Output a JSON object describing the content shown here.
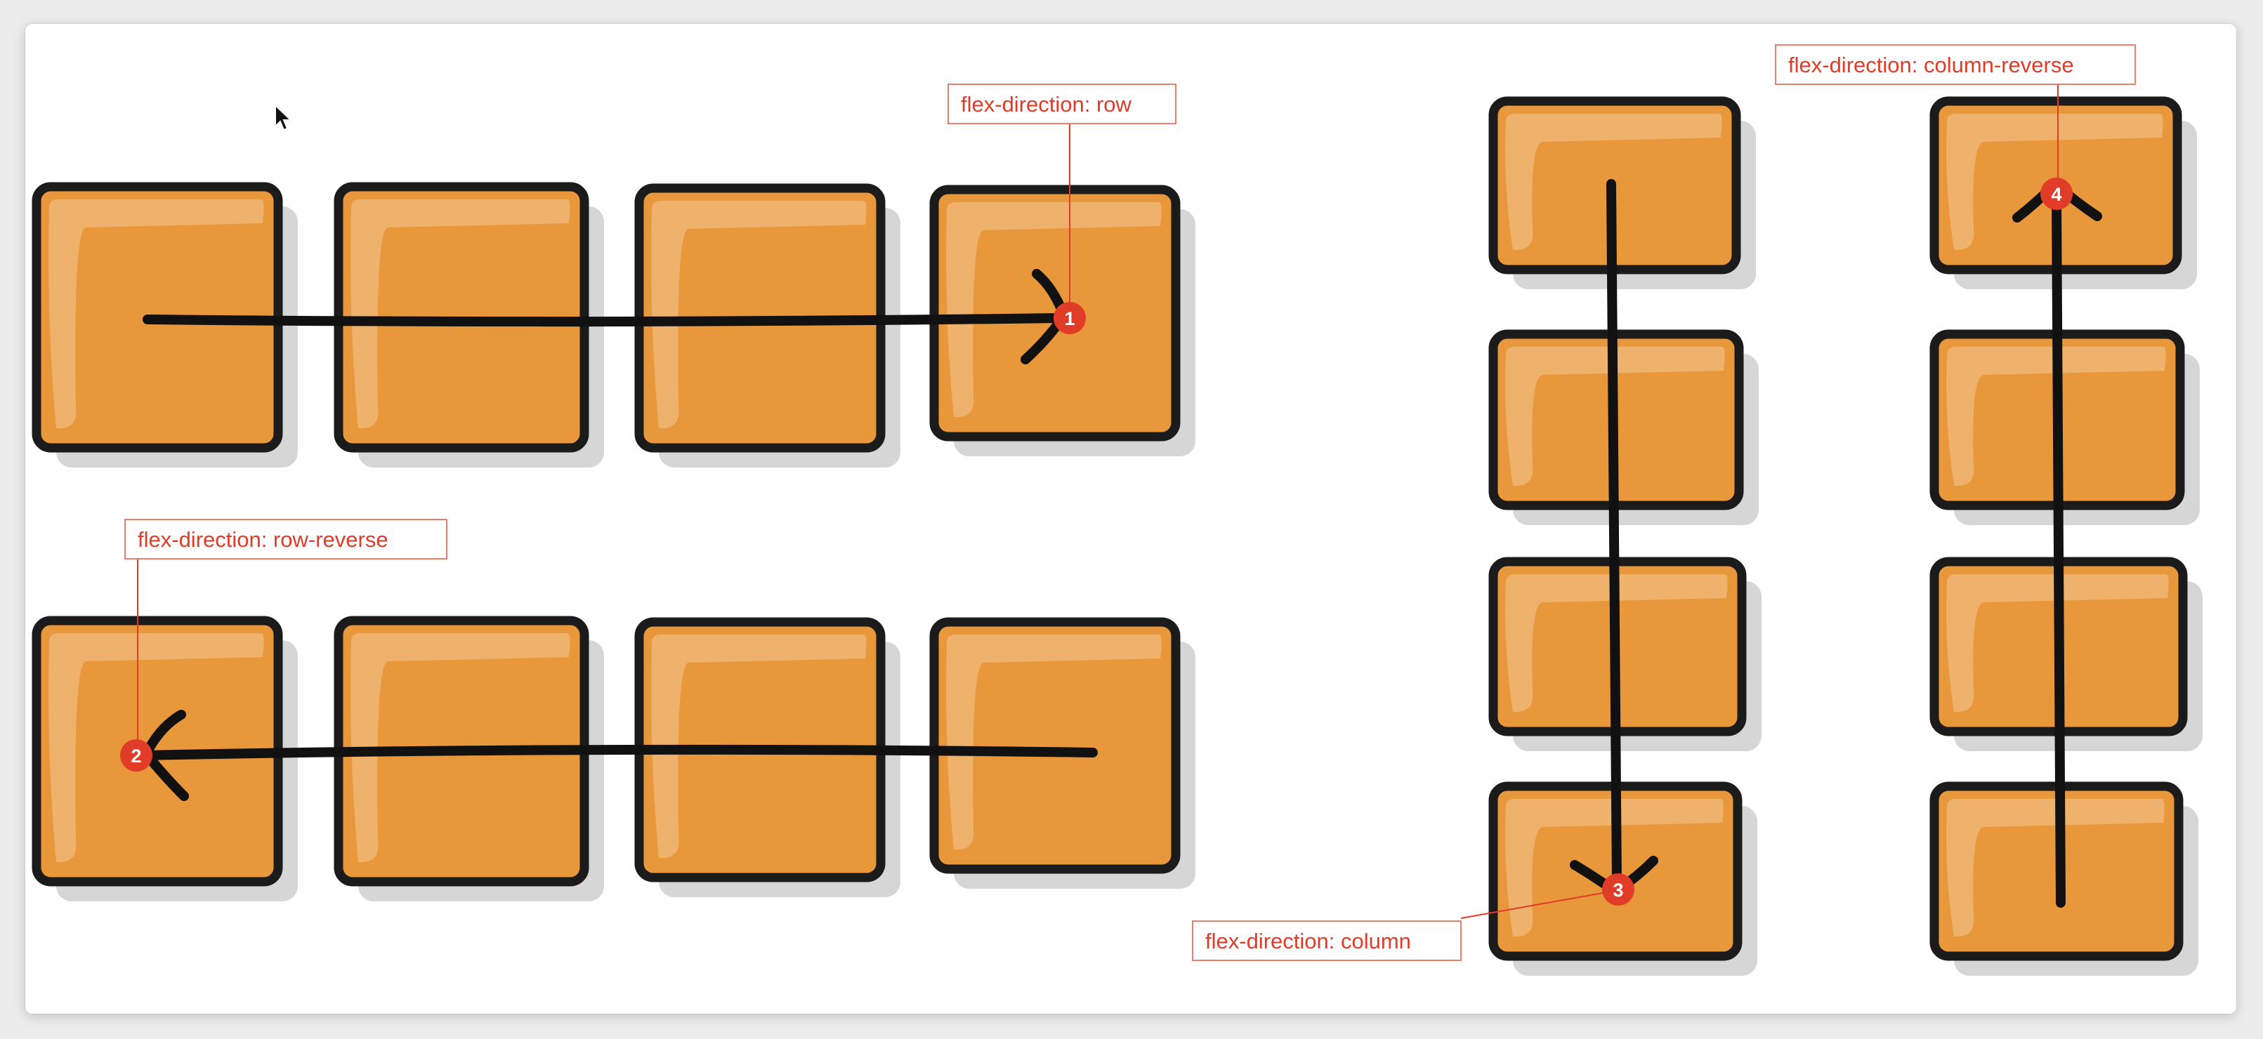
{
  "colors": {
    "box_fill": "#e8973b",
    "box_highlight": "#f0b676",
    "box_border": "#1b1b1b",
    "box_shadow": "#d6d6d6",
    "annotation": "#e03c28",
    "annotation_box_fill": "#ffffff"
  },
  "icons": {
    "cursor": "mouse-pointer-icon"
  },
  "annotations": {
    "row": {
      "number": "1",
      "label": "flex-direction: row"
    },
    "row_reverse": {
      "number": "2",
      "label": "flex-direction: row-reverse"
    },
    "column": {
      "number": "3",
      "label": "flex-direction: column"
    },
    "column_reverse": {
      "number": "4",
      "label": "flex-direction: column-reverse"
    }
  }
}
